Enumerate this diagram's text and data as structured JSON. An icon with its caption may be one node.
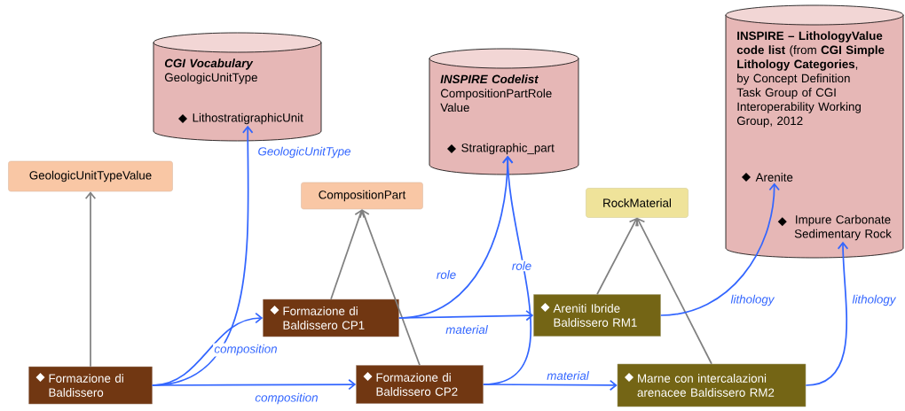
{
  "diagram": {
    "nodes": [
      {
        "text": [
          "GeologicUnitTypeValue"
        ]
      },
      {
        "text": [
          "CGI Vocabulary",
          "GeologicUnitType"
        ]
      },
      {
        "text": [
          "LithostratigraphicUnit"
        ],
        "in": 1
      },
      {
        "text": [
          "CompositionPart"
        ]
      },
      {
        "text": [
          "INSPIRE Codelist",
          "CompositionPartRole Value"
        ]
      },
      {
        "text": [
          "Stratigraphic_part"
        ],
        "in": 4
      },
      {
        "text": [
          "RockMaterial"
        ]
      },
      {
        "text": [
          "**INSPIRE – LithologyValue code list** (from **CGI Simple Lithology Categories**, by Concept Definition Task Group of CGI Interoperability Working Group, 2012"
        ]
      },
      {
        "text": [
          "Arenite"
        ],
        "in": 7
      },
      {
        "text": [
          "Impure Carbonate Sedimentary Rock"
        ],
        "in": 7
      },
      {
        "text": [
          "Formazione di Baldissero"
        ]
      },
      {
        "text": [
          "Formazione di Baldissero CP1"
        ]
      },
      {
        "text": [
          "Formazione di Baldissero CP2"
        ]
      },
      {
        "text": [
          "Areniti Ibride Baldissero RM1"
        ]
      },
      {
        "text": [
          "Marne con intercalazioni arenacee Baldissero RM2"
        ]
      }
    ],
    "edges": [
      {
        "from": 10,
        "to": 0,
        "arrow": "to",
        "color": "#808080"
      },
      {
        "from": 11,
        "to": 3,
        "arrow": "to",
        "color": "#808080"
      },
      {
        "from": 12,
        "to": 3,
        "arrow": "to",
        "color": "#808080"
      },
      {
        "from": 13,
        "to": 6,
        "arrow": "to",
        "color": "#808080"
      },
      {
        "from": 14,
        "to": 6,
        "arrow": "to",
        "color": "#808080"
      },
      {
        "from": 10,
        "to": 2,
        "arrow": "to",
        "label": "GeologicUnitType"
      },
      {
        "from": 10,
        "to": 11,
        "arrow": "to",
        "label": "composition"
      },
      {
        "from": 10,
        "to": 12,
        "arrow": "to",
        "label": "composition"
      },
      {
        "from": 11,
        "to": 5,
        "arrow": "to",
        "label": "role"
      },
      {
        "from": 12,
        "to": 5,
        "arrow": "to",
        "label": "role"
      },
      {
        "from": 11,
        "to": 13,
        "arrow": "to",
        "label": "material"
      },
      {
        "from": 12,
        "to": 14,
        "arrow": "to",
        "label": "material"
      },
      {
        "from": 13,
        "to": 8,
        "arrow": "to",
        "label": "lithology"
      },
      {
        "from": 14,
        "to": 9,
        "arrow": "to",
        "label": "lithology"
      }
    ]
  }
}
